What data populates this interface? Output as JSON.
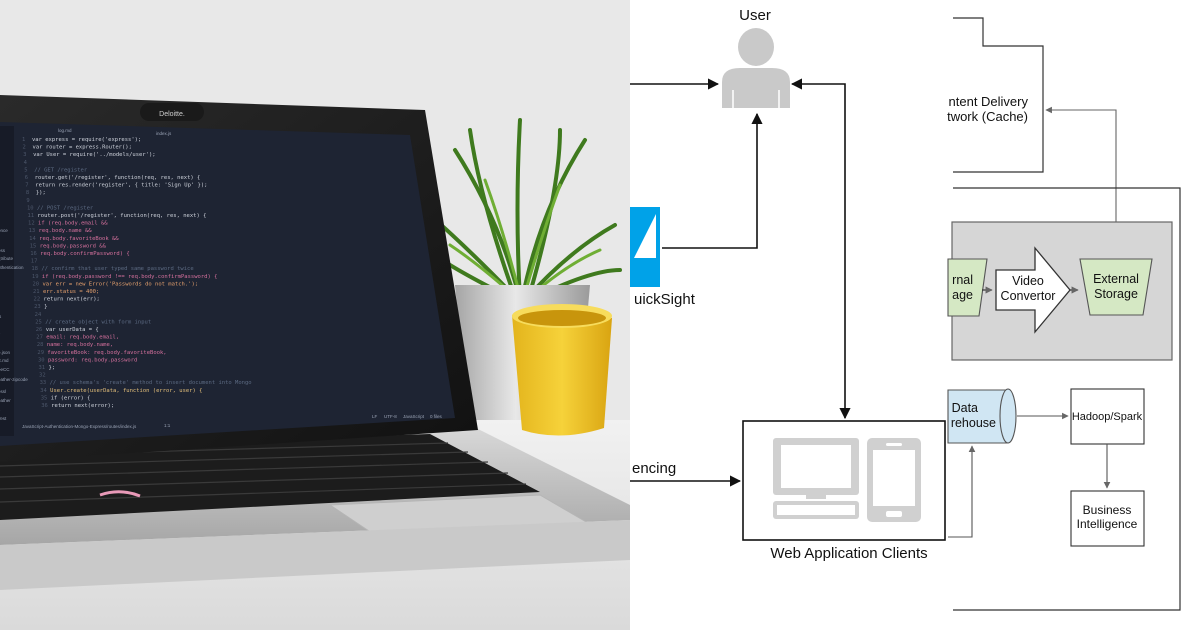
{
  "photo": {
    "webcam_brand": "Deloitte.",
    "editor_tabs": [
      "log.md",
      "index.js"
    ],
    "status_bar": {
      "path": "JavaScript-Authentication-Mongo-Express/routes/index.js",
      "position": "1:1",
      "line_ending": "LF",
      "encoding": "UTF-8",
      "language": "JavaScript",
      "files": "0 files"
    },
    "sidebar_items": [
      "ence",
      "ess",
      "_tribute",
      "uthentication",
      "js",
      "s",
      "e.json",
      "E.md",
      "eeCC",
      "eather-zipcode",
      "essl",
      "eather",
      "s",
      "Test"
    ],
    "code_lines": [
      {
        "n": "1",
        "segs": [
          [
            "var express = require('express');",
            "#cfd3dc"
          ]
        ]
      },
      {
        "n": "2",
        "segs": [
          [
            "var router = express.Router();",
            "#cfd3dc"
          ]
        ]
      },
      {
        "n": "3",
        "segs": [
          [
            "var User = require('../models/user');",
            "#cfd3dc"
          ]
        ]
      },
      {
        "n": "4",
        "segs": [
          [
            "",
            "#cfd3dc"
          ]
        ]
      },
      {
        "n": "5",
        "segs": [
          [
            "// GET /register",
            "#5c6a82"
          ]
        ]
      },
      {
        "n": "6",
        "segs": [
          [
            "router.get('/register', function(req, res, next) {",
            "#cfd3dc"
          ]
        ]
      },
      {
        "n": "7",
        "segs": [
          [
            "  return res.render('register', { title: 'Sign Up' });",
            "#cfd3dc"
          ]
        ]
      },
      {
        "n": "8",
        "segs": [
          [
            "});",
            "#cfd3dc"
          ]
        ]
      },
      {
        "n": "9",
        "segs": [
          [
            "",
            "#cfd3dc"
          ]
        ]
      },
      {
        "n": "10",
        "segs": [
          [
            "// POST /register",
            "#5c6a82"
          ]
        ]
      },
      {
        "n": "11",
        "segs": [
          [
            "router.post('/register', function(req, res, next) {",
            "#cfd3dc"
          ]
        ]
      },
      {
        "n": "12",
        "segs": [
          [
            "  if (req.body.email &&",
            "#d7719e"
          ]
        ]
      },
      {
        "n": "13",
        "segs": [
          [
            "    req.body.name &&",
            "#d7719e"
          ]
        ]
      },
      {
        "n": "14",
        "segs": [
          [
            "    req.body.favoriteBook &&",
            "#d7719e"
          ]
        ]
      },
      {
        "n": "15",
        "segs": [
          [
            "    req.body.password &&",
            "#d7719e"
          ]
        ]
      },
      {
        "n": "16",
        "segs": [
          [
            "    req.body.confirmPassword) {",
            "#d7719e"
          ]
        ]
      },
      {
        "n": "17",
        "segs": [
          [
            "",
            "#cfd3dc"
          ]
        ]
      },
      {
        "n": "18",
        "segs": [
          [
            "      // confirm that user typed same password twice",
            "#5c6a82"
          ]
        ]
      },
      {
        "n": "19",
        "segs": [
          [
            "      if (req.body.password !== req.body.confirmPassword) {",
            "#d7719e"
          ]
        ]
      },
      {
        "n": "20",
        "segs": [
          [
            "        var err = new Error('Passwords do not match.');",
            "#e5a06d"
          ]
        ]
      },
      {
        "n": "21",
        "segs": [
          [
            "        err.status = 400;",
            "#e5a06d"
          ]
        ]
      },
      {
        "n": "22",
        "segs": [
          [
            "        return next(err);",
            "#cfd3dc"
          ]
        ]
      },
      {
        "n": "23",
        "segs": [
          [
            "      }",
            "#cfd3dc"
          ]
        ]
      },
      {
        "n": "24",
        "segs": [
          [
            "",
            "#cfd3dc"
          ]
        ]
      },
      {
        "n": "25",
        "segs": [
          [
            "      // create object with form input",
            "#5c6a82"
          ]
        ]
      },
      {
        "n": "26",
        "segs": [
          [
            "      var userData = {",
            "#cfd3dc"
          ]
        ]
      },
      {
        "n": "27",
        "segs": [
          [
            "        email: req.body.email,",
            "#d7719e"
          ]
        ]
      },
      {
        "n": "28",
        "segs": [
          [
            "        name: req.body.name,",
            "#d7719e"
          ]
        ]
      },
      {
        "n": "29",
        "segs": [
          [
            "        favoriteBook: req.body.favoriteBook,",
            "#d7719e"
          ]
        ]
      },
      {
        "n": "30",
        "segs": [
          [
            "        password: req.body.password",
            "#d7719e"
          ]
        ]
      },
      {
        "n": "31",
        "segs": [
          [
            "      };",
            "#cfd3dc"
          ]
        ]
      },
      {
        "n": "32",
        "segs": [
          [
            "",
            "#cfd3dc"
          ]
        ]
      },
      {
        "n": "33",
        "segs": [
          [
            "      // use schema's 'create' method to insert document into Mongo",
            "#5c6a82"
          ]
        ]
      },
      {
        "n": "34",
        "segs": [
          [
            "      User.create(userData, function (error, user) {",
            "#e5c07b"
          ]
        ]
      },
      {
        "n": "35",
        "segs": [
          [
            "        if (error) {",
            "#cfd3dc"
          ]
        ]
      },
      {
        "n": "36",
        "segs": [
          [
            "          return next(error);",
            "#cfd3dc"
          ]
        ]
      }
    ]
  },
  "diagram": {
    "user_label": "User",
    "quicksight_label": "uickSight",
    "cdn_label_line1": "ntent Delivery",
    "cdn_label_line2": "twork (Cache)",
    "pipeline_left_line1": "rnal",
    "pipeline_left_line2": "age",
    "video_convertor_line1": "Video",
    "video_convertor_line2": "Convertor",
    "external_storage_line1": "External",
    "external_storage_line2": "Storage",
    "warehouse_line1": "Data",
    "warehouse_line2": "rehouse",
    "hadoop_spark": "Hadoop/Spark",
    "bi_line1": "Business",
    "bi_line2": "Intelligence",
    "sequencing_label": "encing",
    "web_clients_label": "Web Application Clients",
    "colors": {
      "green_fill": "#d5e8c4",
      "blue_fill": "#d0e6f3",
      "gray_panel": "#d6d6d6",
      "quicksight_blue": "#00a2e8",
      "user_icon": "#c9c9c9",
      "device_icon": "#d0d0d0"
    },
    "icons": [
      "user-person-icon",
      "quicksight-logo-icon",
      "desktop-monitor-icon",
      "keyboard-icon",
      "mobile-phone-icon"
    ]
  }
}
